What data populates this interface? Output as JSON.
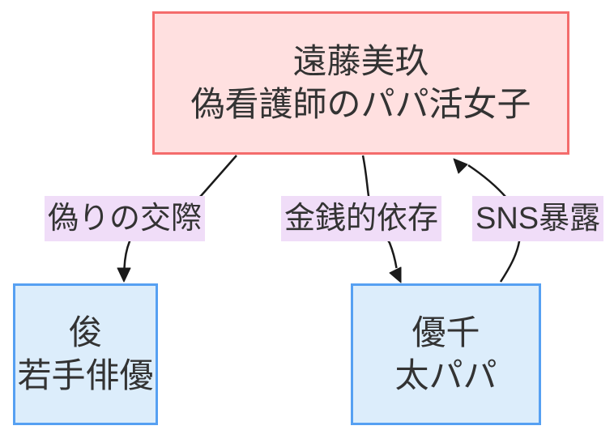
{
  "diagram": {
    "type": "flowchart",
    "direction": "top-down",
    "nodes": [
      {
        "id": "miku",
        "lines": [
          "遠藤美玖",
          "偽看護師のパパ活女子"
        ],
        "color": "pink"
      },
      {
        "id": "shun",
        "lines": [
          "俊",
          "若手俳優"
        ],
        "color": "blue"
      },
      {
        "id": "yuchi",
        "lines": [
          "優千",
          "太パパ"
        ],
        "color": "blue"
      }
    ],
    "edges": [
      {
        "from": "遠藤美玖",
        "to": "俊",
        "label": "偽りの交際",
        "arrow": "down"
      },
      {
        "from": "遠藤美玖",
        "to": "優千",
        "label": "金銭的依存",
        "arrow": "down"
      },
      {
        "from": "優千",
        "to": "遠藤美玖",
        "label": "SNS暴露",
        "arrow": "up"
      }
    ],
    "colors": {
      "line": "#1a1a1a",
      "text": "#333333",
      "label_bg": "#f0ddf8",
      "pink_fill": "#ffe0e0",
      "pink_stroke": "#f46c6c",
      "blue_fill": "#dcedfb",
      "blue_stroke": "#56a0f2",
      "background": "#ffffff"
    }
  }
}
